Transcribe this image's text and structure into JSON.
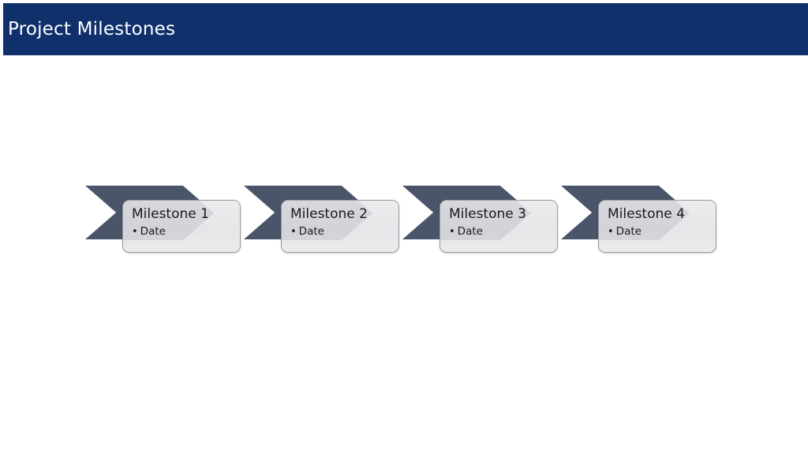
{
  "slide": {
    "title": "Project Milestones",
    "background_color": "#ffffff",
    "title_bar_color": "#10306c",
    "title_text_color": "#ffffff",
    "chevron_color": "#4b5569",
    "card_color": "#e8e8ea",
    "card_border_color": "#9a9a9e",
    "text_color": "#1a1a1a"
  },
  "milestones": [
    {
      "title": "Milestone 1",
      "bullet_marker": "•",
      "bullet_text": "Date"
    },
    {
      "title": "Milestone 2",
      "bullet_marker": "•",
      "bullet_text": "Date"
    },
    {
      "title": "Milestone 3",
      "bullet_marker": "•",
      "bullet_text": "Date"
    },
    {
      "title": "Milestone 4",
      "bullet_marker": "•",
      "bullet_text": "Date"
    }
  ]
}
